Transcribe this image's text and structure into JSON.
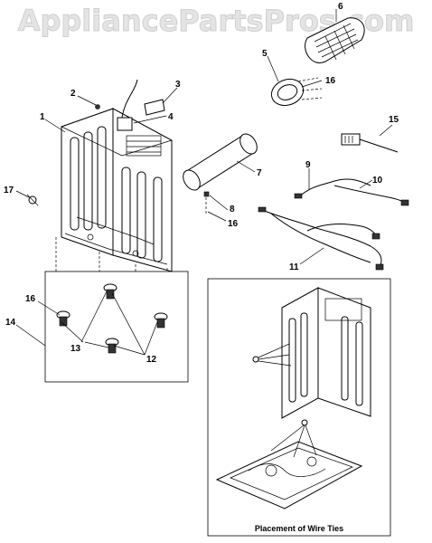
{
  "watermark": "AppliancePartsPros.com",
  "callouts": [
    "1",
    "2",
    "3",
    "4",
    "5",
    "6",
    "7",
    "8",
    "9",
    "10",
    "11",
    "12",
    "13",
    "14",
    "15",
    "16",
    "16",
    "16",
    "17"
  ],
  "caption": "Placement of Wire Ties"
}
